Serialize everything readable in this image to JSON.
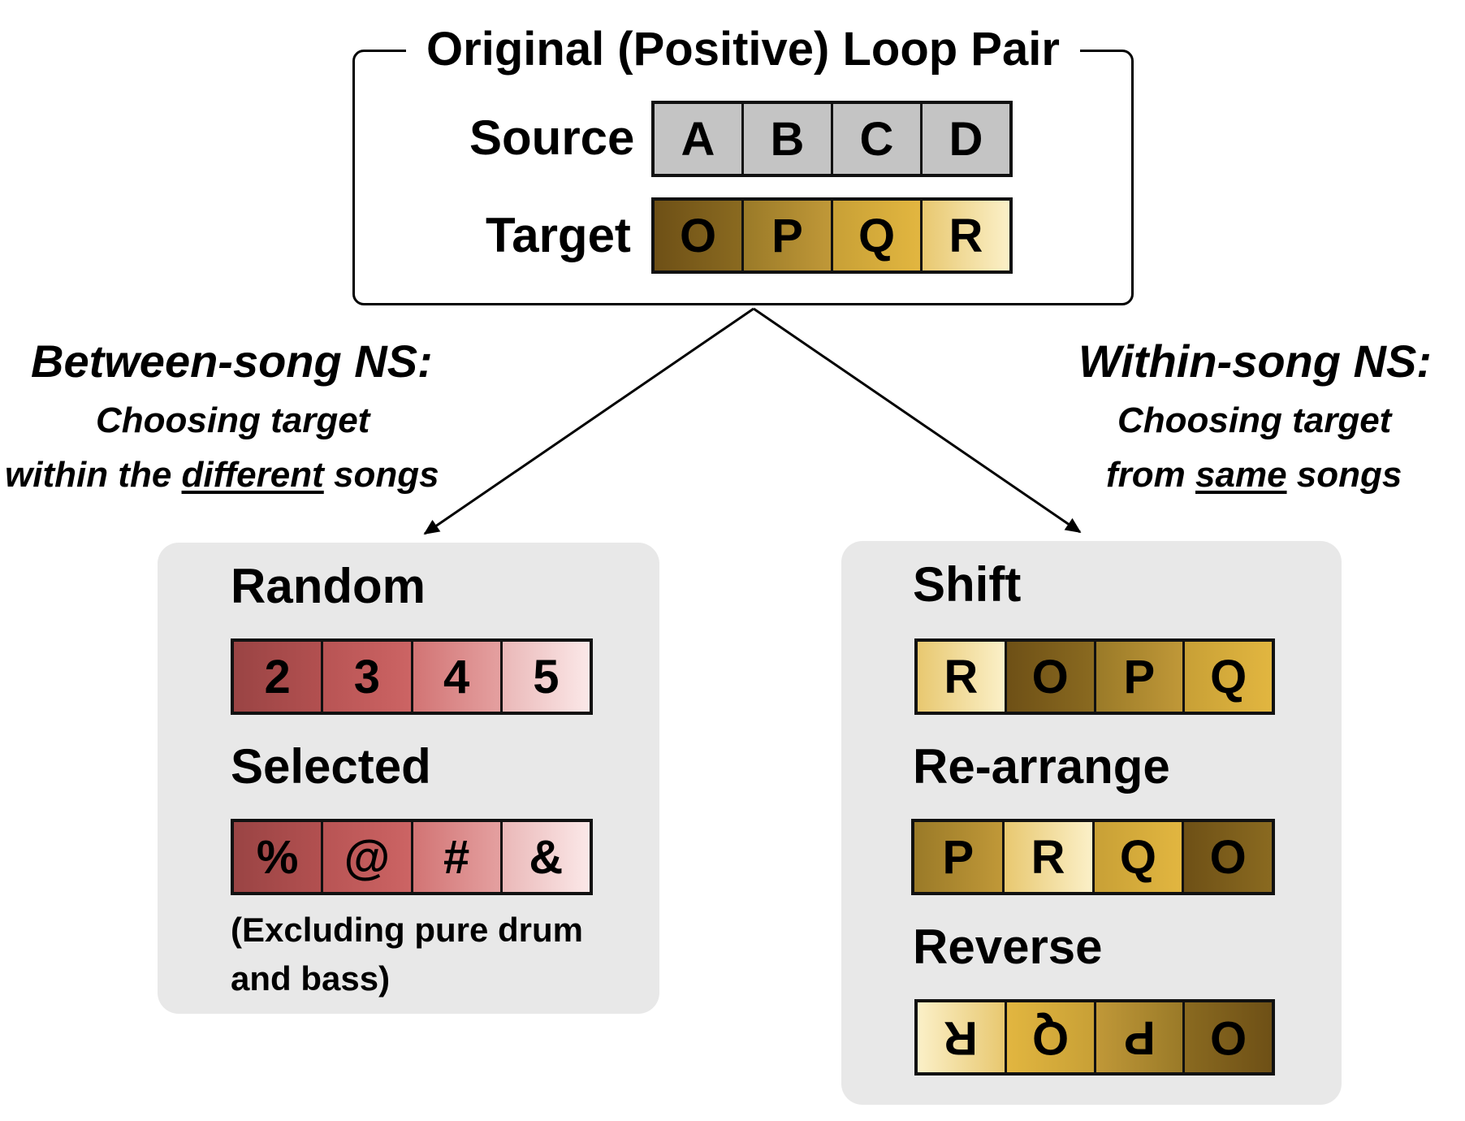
{
  "top": {
    "title": "Original (Positive) Loop Pair",
    "source_label": "Source",
    "target_label": "Target",
    "source_cells": [
      "A",
      "B",
      "C",
      "D"
    ],
    "target_cells": [
      "O",
      "P",
      "Q",
      "R"
    ]
  },
  "left": {
    "heading": "Between-song NS:",
    "sub_line1": "Choosing target",
    "sub_line2_pre": "within the ",
    "sub_line2_ul": "different",
    "sub_line2_post": " songs",
    "random_title": "Random",
    "random_cells": [
      "2",
      "3",
      "4",
      "5"
    ],
    "selected_title": "Selected",
    "selected_cells": [
      "%",
      "@",
      "#",
      "&"
    ],
    "note_line1": "(Excluding pure drum",
    "note_line2": "and bass)"
  },
  "right": {
    "heading": "Within-song NS:",
    "sub_line1": "Choosing target",
    "sub_line2_pre": "from ",
    "sub_line2_ul": "same",
    "sub_line2_post": " songs",
    "shift_title": "Shift",
    "shift_cells": [
      "R",
      "O",
      "P",
      "Q"
    ],
    "rearrange_title": "Re-arrange",
    "rearrange_cells": [
      "P",
      "R",
      "Q",
      "O"
    ],
    "reverse_title": "Reverse",
    "reverse_cells": [
      "R",
      "Q",
      "P",
      "O"
    ]
  },
  "colors": {
    "gray_cell": "#c4c4c4",
    "red_1": "#a04848",
    "red_2": "#c05858",
    "red_3": "#da8a8a",
    "red_4": "#f6dada",
    "gold_O_dark": "#6e5016",
    "gold_P": "#b08a30",
    "gold_Q": "#dcac3a",
    "gold_R_light": "#f6e2a2",
    "panel": "#e8e8e8"
  }
}
